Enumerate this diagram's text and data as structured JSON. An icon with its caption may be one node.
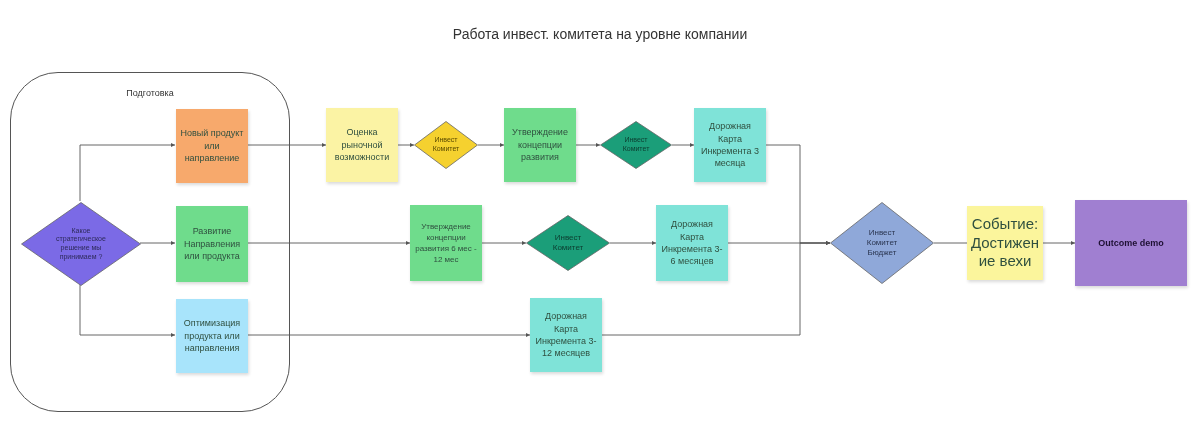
{
  "diagram": {
    "title": "Работа инвест. комитета на уровне компании",
    "nodes": [
      {
        "text": [
          "Подготовка"
        ]
      },
      {
        "text": [
          "Какое стратегическое решение мы принимаем ?"
        ],
        "in": 0
      },
      {
        "text": [
          "Новый продукт или направление"
        ],
        "in": 0
      },
      {
        "text": [
          "Развитие Направления или продукта"
        ],
        "in": 0
      },
      {
        "text": [
          "Оптимизация продукта или направления"
        ],
        "in": 0
      },
      {
        "text": [
          "Оценка рыночной возможности"
        ]
      },
      {
        "text": [
          "Инвест Комитет"
        ]
      },
      {
        "text": [
          "Утверждение концепции развития"
        ]
      },
      {
        "text": [
          "Инвест Комитет"
        ]
      },
      {
        "text": [
          "Дорожная Карта Инкремента 3 месяца"
        ]
      },
      {
        "text": [
          "Утверждение концепции развития 6 мес - 12 мес"
        ]
      },
      {
        "text": [
          "Инвест Комитет"
        ]
      },
      {
        "text": [
          "Дорожная Карта Инкремента 3-6 месяцев"
        ]
      },
      {
        "text": [
          "Дорожная Карта Инкремента 3-12 месяцев"
        ]
      },
      {
        "text": [
          "Инвест Комитет Бюджет"
        ]
      },
      {
        "text": [
          "Событие: Достижение вехи"
        ]
      },
      {
        "text": [
          "Outcome demo"
        ]
      }
    ],
    "edges": [
      {
        "from": 1,
        "to": 2,
        "arrow": "to"
      },
      {
        "from": 1,
        "to": 3,
        "arrow": "to"
      },
      {
        "from": 1,
        "to": 4,
        "arrow": "to"
      },
      {
        "from": 2,
        "to": 5,
        "arrow": "to"
      },
      {
        "from": 5,
        "to": 6,
        "arrow": "to"
      },
      {
        "from": 6,
        "to": 7,
        "arrow": "to"
      },
      {
        "from": 7,
        "to": 8,
        "arrow": "to"
      },
      {
        "from": 8,
        "to": 9,
        "arrow": "to"
      },
      {
        "from": 9,
        "to": 14,
        "arrow": "to"
      },
      {
        "from": 3,
        "to": 10,
        "arrow": "to"
      },
      {
        "from": 10,
        "to": 11,
        "arrow": "to"
      },
      {
        "from": 11,
        "to": 12,
        "arrow": "to"
      },
      {
        "from": 12,
        "to": 14,
        "arrow": "to"
      },
      {
        "from": 4,
        "to": 13,
        "arrow": "to"
      },
      {
        "from": 13,
        "to": 14,
        "arrow": "to"
      },
      {
        "from": 14,
        "to": 15,
        "arrow": "none"
      },
      {
        "from": 15,
        "to": 16,
        "arrow": "to"
      }
    ]
  }
}
